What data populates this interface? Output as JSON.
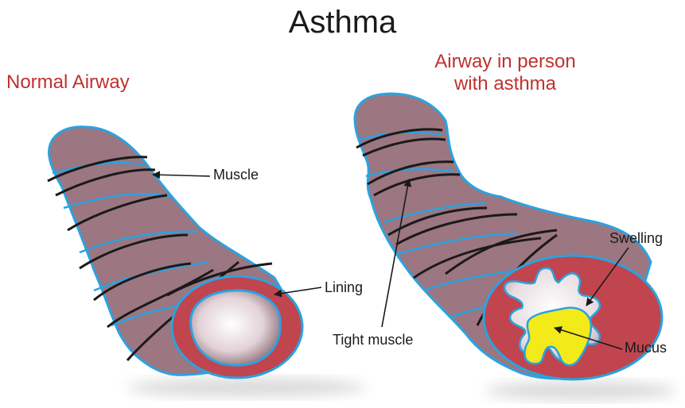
{
  "title": "Asthma",
  "headings": {
    "normal": "Normal Airway",
    "asthma_line1": "Airway in person",
    "asthma_line2": "with asthma"
  },
  "labels": {
    "muscle": "Muscle",
    "lining": "Lining",
    "tight_muscle": "Tight muscle",
    "swelling": "Swelling",
    "mucus": "Mucus"
  },
  "colors": {
    "tube": "#9c7680",
    "outline": "#2aa3e0",
    "lining": "#c0454f",
    "band": "#1a1a1a",
    "mucus": "#f3ea1a",
    "heading": "#c0312f"
  }
}
